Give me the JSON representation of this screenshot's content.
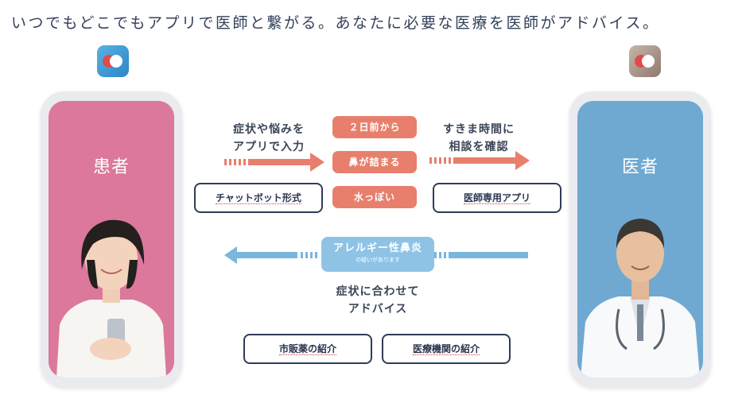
{
  "headline": "いつでもどこでもアプリで医師と繋がる。あなたに必要な医療を医師がアドバイス。",
  "patient": {
    "title": "患者",
    "step_line1": "症状や悩みを",
    "step_line2": "アプリで入力",
    "button": "チャットボット形式"
  },
  "doctor": {
    "title": "医者",
    "step_line1": "すきま時間に",
    "step_line2": "相談を確認",
    "button": "医師専用アプリ"
  },
  "symptoms": [
    "２日前から",
    "鼻が詰まる",
    "水っぽい"
  ],
  "diagnosis": {
    "main": "アレルギー性鼻炎",
    "sub": "の疑いがあります"
  },
  "advice": {
    "line1": "症状に合わせて",
    "line2": "アドバイス",
    "buttons": [
      "市販薬の紹介",
      "医療機関の紹介"
    ]
  },
  "colors": {
    "patient_screen": "#db789b",
    "doctor_screen": "#6fa9d2",
    "symptom_pill": "#e87f6d",
    "diagnosis_badge": "#8ec3e6",
    "arrow_right": "#e87f6d",
    "arrow_left": "#7bb6df"
  }
}
